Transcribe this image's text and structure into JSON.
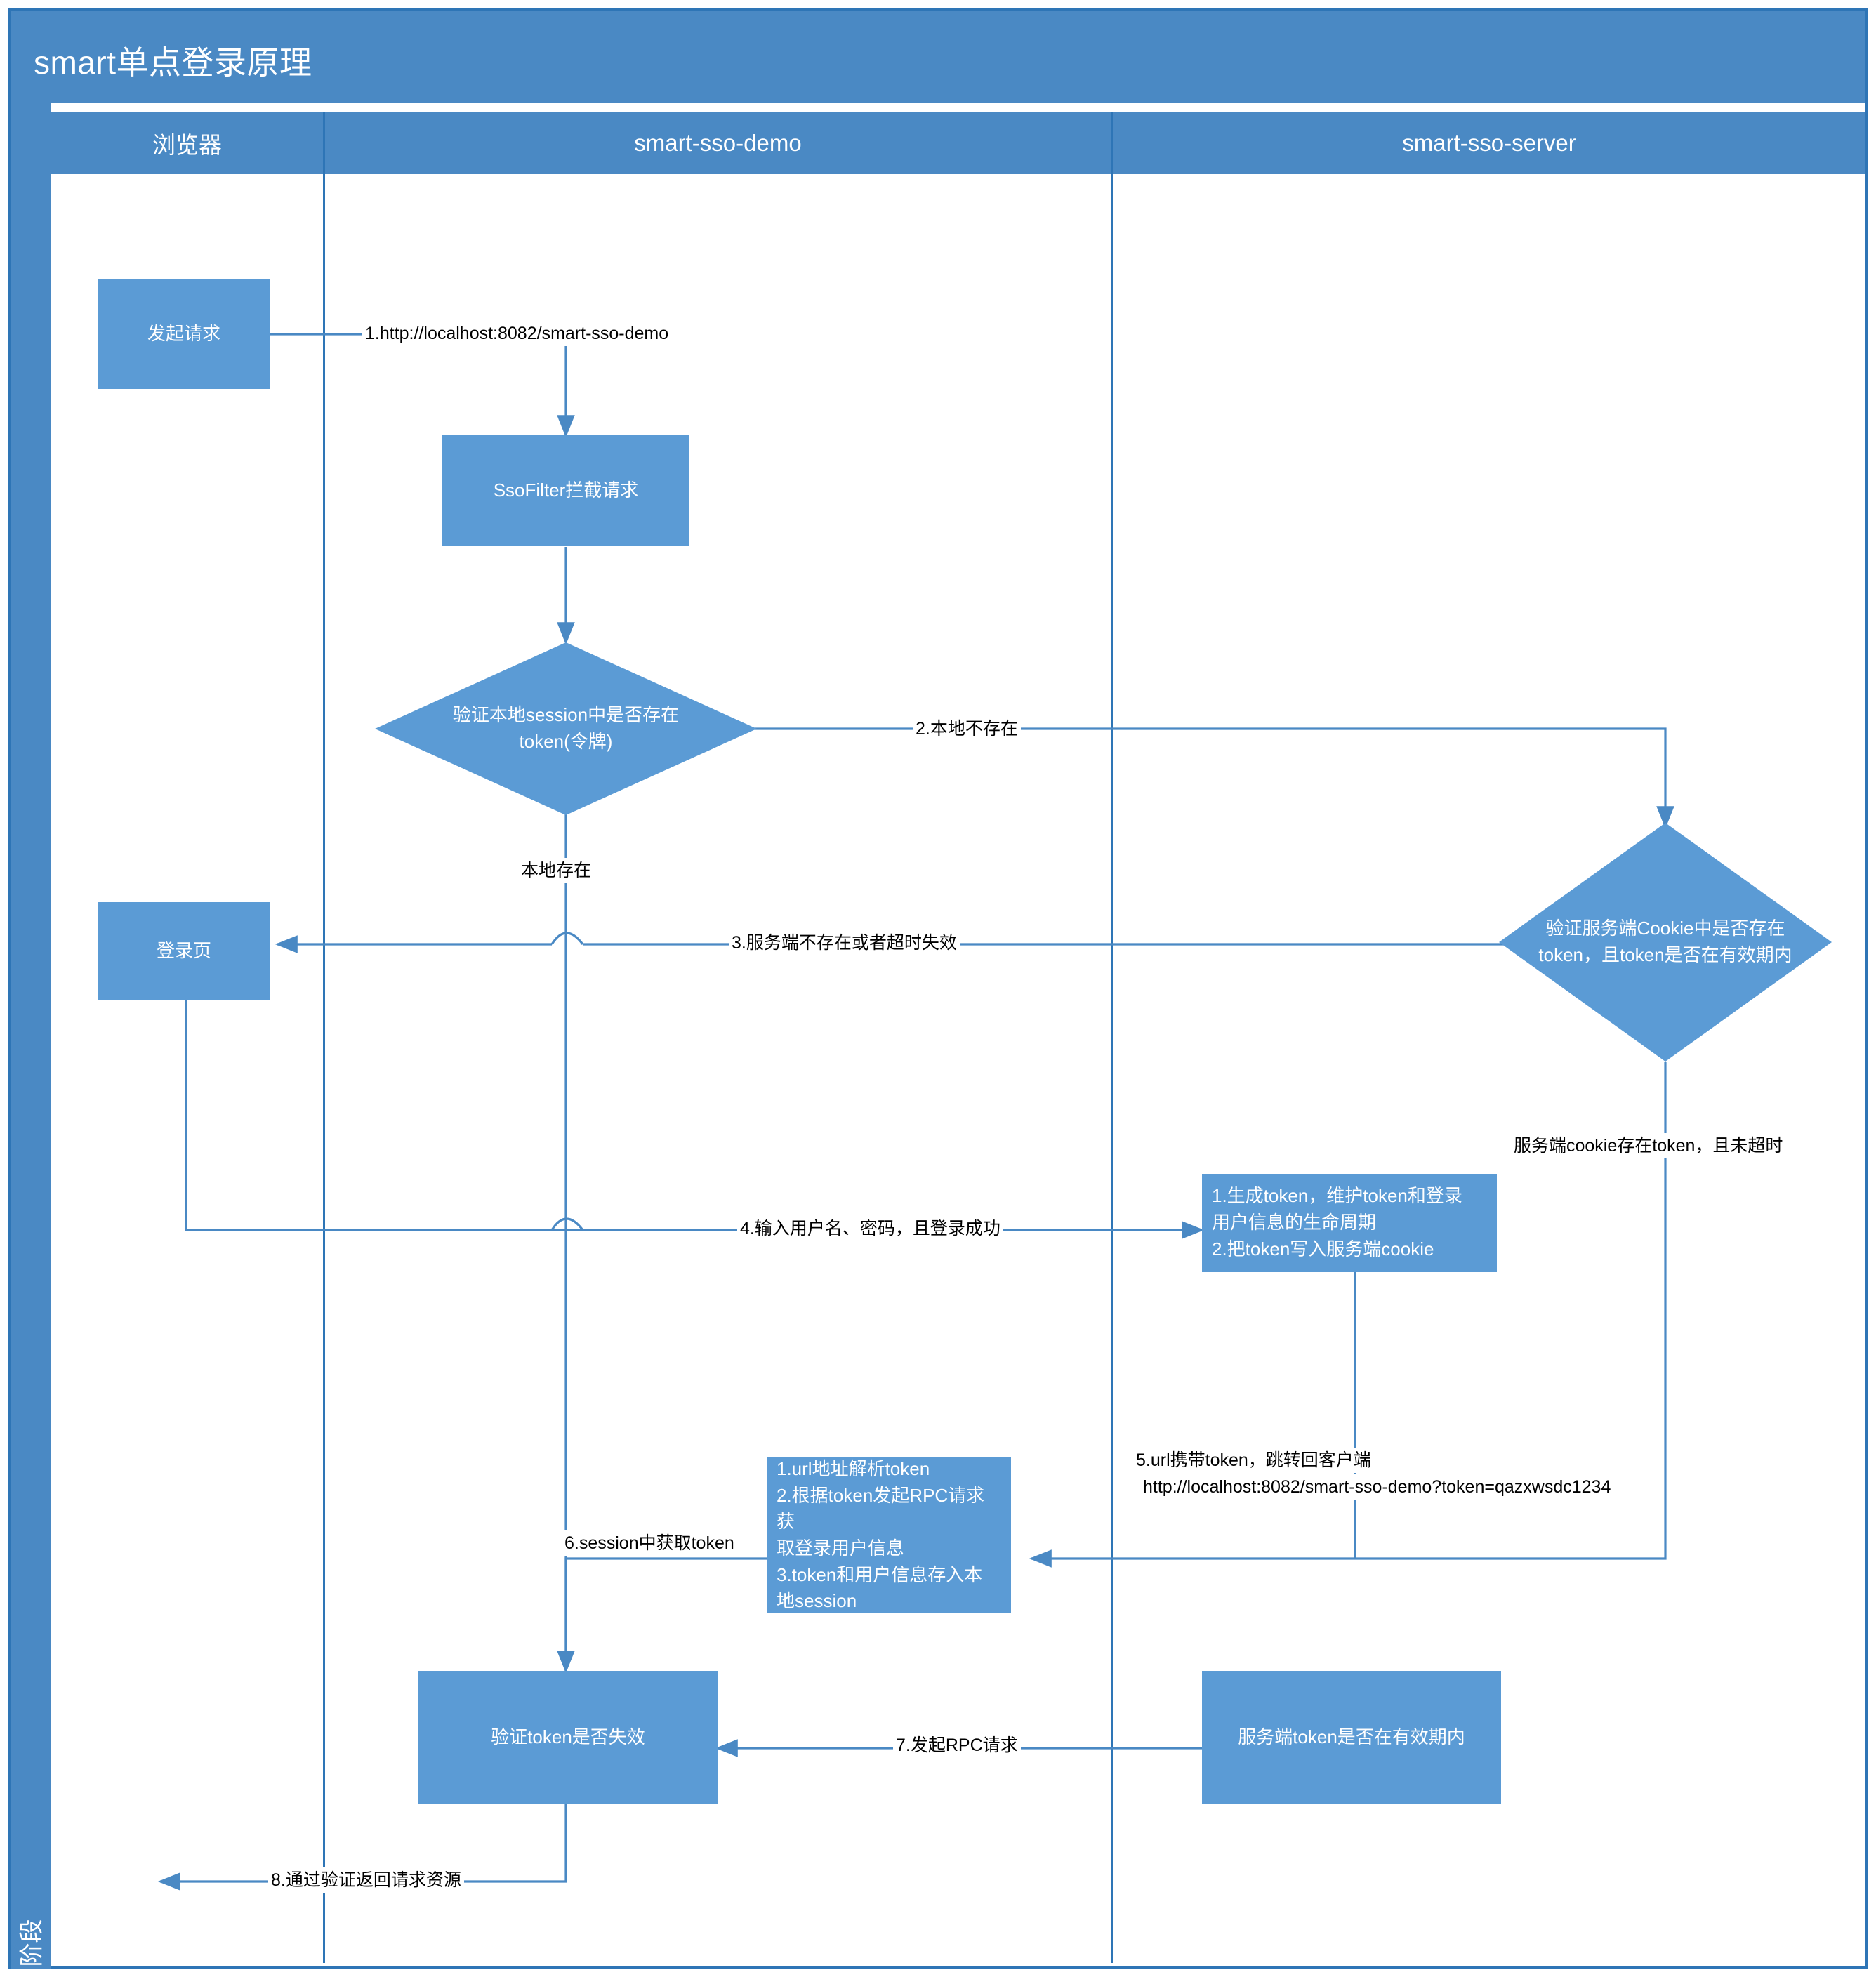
{
  "title": "smart单点登录原理",
  "phase_label": "阶段",
  "lanes": [
    {
      "name": "browser",
      "label": "浏览器"
    },
    {
      "name": "demo",
      "label": "smart-sso-demo"
    },
    {
      "name": "server",
      "label": "smart-sso-server"
    }
  ],
  "nodes": {
    "request": "发起请求",
    "sso_filter": "SsoFilter拦截请求",
    "verify_session": "验证本地session中是否存在\ntoken(令牌)",
    "login_page": "登录页",
    "verify_cookie": "验证服务端Cookie中是否存在\ntoken，且token是否在有效期内",
    "gen_token": "1.生成token，维护token和登录\n用户信息的生命周期\n2.把token写入服务端cookie",
    "parse_token": "1.url地址解析token\n2.根据token发起RPC请求获\n取登录用户信息\n3.token和用户信息存入本\n地session",
    "verify_token": "验证token是否失效",
    "server_token": "服务端token是否在有效期内"
  },
  "edges": {
    "e1": "1.http://localhost:8082/smart-sso-demo",
    "e2": "2.本地不存在",
    "e_local_exists": "本地存在",
    "e3": "3.服务端不存在或者超时失效",
    "e_cookie_exists": "服务端cookie存在token，且未超时",
    "e4": "4.输入用户名、密码，且登录成功",
    "e5_line1": "5.url携带token，跳转回客户端",
    "e5_line2": "http://localhost:8082/smart-sso-demo?token=qazxwsdc1234",
    "e6": "6.session中获取token",
    "e7": "7.发起RPC请求",
    "e8": "8.通过验证返回请求资源"
  },
  "colors": {
    "header": "#4a89c4",
    "node": "#5b9bd5",
    "border": "#2e75b6",
    "wire": "#4a89c4"
  }
}
